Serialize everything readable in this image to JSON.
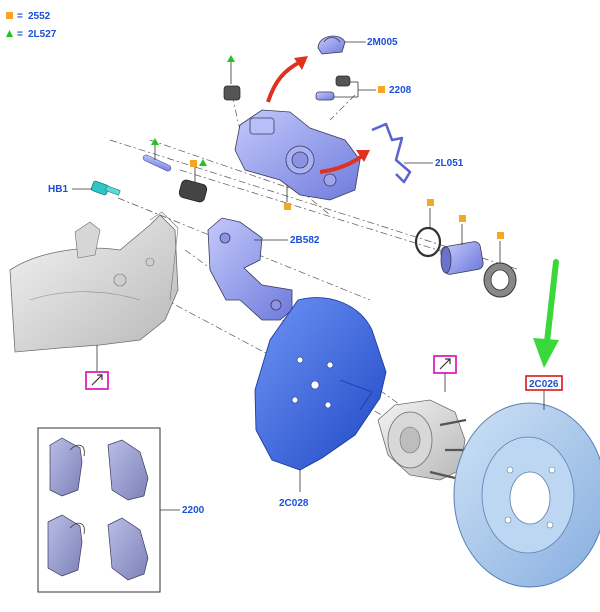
{
  "legend": {
    "square_code": "2552",
    "triangle_code": "2L527",
    "square_color": "#f5a623",
    "triangle_color": "#22c322",
    "separator": "="
  },
  "parts": {
    "spring_clip": "2M005",
    "bleed_screw": "2208",
    "retaining_spring": "2L051",
    "bracket": "2B582",
    "hose_bolt": "HB1",
    "pad_kit": "2200",
    "splash_shield": "2C028",
    "brake_disc": "2C026"
  },
  "colors": {
    "part_blue": "#8e98f0",
    "shield_blue": "#3a64e0",
    "disc_blue": "#a9c8ec",
    "label_blue": "#1a4fd6",
    "highlight_magenta": "#e020c0",
    "highlight_red": "#d81818",
    "arrow_green": "#3ad83a",
    "arrow_red": "#e03020"
  }
}
